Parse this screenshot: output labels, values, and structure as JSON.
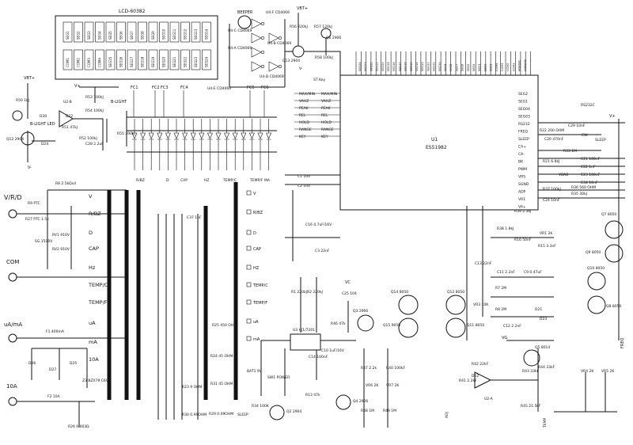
{
  "lcd": {
    "title": "LCD-60382",
    "top_row": [
      "SEG1",
      "SEG2",
      "SEG3",
      "SEG4",
      "SEG5",
      "SEG6",
      "SEG7",
      "SEG8",
      "SEG9",
      "SEG10",
      "SEG11",
      "SEG12",
      "SEG13",
      "SEG14"
    ],
    "bottom_row": [
      "COM1",
      "COM2",
      "COM3",
      "COM4",
      "SEG15",
      "SEG16",
      "SEG17",
      "SEG18",
      "SEG19",
      "SEG20",
      "SEG21",
      "SEG22",
      "SEG23",
      "SEG24"
    ]
  },
  "beeper": {
    "label": "BEEPER",
    "u4f": "U4-F CD4069",
    "u4c": "U4-C CD4069",
    "u4a": "U4-A CD4069",
    "u4b": "U4-B CD4069",
    "u4d": "U4-D CD4069",
    "u4e": "U4-E CD4069"
  },
  "power": {
    "vbat": "VBT+",
    "vplus": "V+",
    "vminus": "V-",
    "r56": "R56 220kJ",
    "r57": "R57 120kJ",
    "r58": "R58 100kJ",
    "q13": "Q13 2904",
    "q6": "Q6 2906"
  },
  "backlight": {
    "r50": "R50 1kJ",
    "d30": "D30",
    "label": "B-LIGHT LED",
    "q12": "Q12 2904",
    "d24": "D24",
    "u2b": "U2-B",
    "d22": "D22",
    "r51": "R51 47kJ",
    "r52": "R52 100kJ",
    "r53": "R53 100kJ",
    "r54": "R54 100kJ",
    "c28": "C28 2.2uF",
    "r55": "R55 390kJ",
    "blight": "B-LIGHT"
  },
  "fc": [
    "FC1",
    "FC2",
    "FC3",
    "FC4",
    "FC5",
    "FC6"
  ],
  "u1": {
    "name": "U1",
    "part": "ES51982",
    "keys": [
      "MAX/MIN",
      "VAHZ",
      "PEAK",
      "REL",
      "HOLD",
      "RANGE",
      "KEY"
    ],
    "st": "ST Key"
  },
  "u1_right": [
    "SEG24",
    "SEG23",
    "SEG22",
    "SEG21",
    "SEG20",
    "SEG19",
    "SEG18",
    "SEG17",
    "SEG16",
    "SEG15",
    "SEG14",
    "SEG13",
    "SEG12",
    "SEG11",
    "SEG10",
    "SEG9",
    "SEG8",
    "SEG7",
    "SEG6",
    "SEG5",
    "SEG4",
    "SEG3",
    "SEG2",
    "SEG1",
    "COM4",
    "COM3",
    "COM2",
    "COM1",
    "ANNSEC",
    "ANNUNC"
  ],
  "right_pins": [
    "SEG2",
    "SEG1",
    "SEG04",
    "SEG03",
    "RS232",
    "FREQ",
    "SLEEP",
    "CA+",
    "CA-",
    "BK",
    "PWM",
    "VRS",
    "SGND",
    "ADP",
    "VR1",
    "VA+"
  ],
  "right_parts": {
    "rs232c": "RS232C",
    "c29": "C29 10nF",
    "r22": "R22 200 OHM",
    "c20": "C20 470nF",
    "cw": "CW",
    "r28": "R28 3.3uF",
    "sleep": "SLEEP",
    "r33": "R33 1M",
    "r21": "R21 6.8kJ",
    "c21": "C21 100nF",
    "c22": "C22 1nF",
    "c23": "C23 100nF",
    "vba8": "VBA8",
    "c34": "C34 10nF",
    "r36": "R36 560 OHM",
    "r35": "R35 30kJ",
    "r37": "R37 100kJ",
    "c24": "C24 10nF"
  },
  "transistors": {
    "q7": "Q7 8050",
    "q8": "Q8 8050",
    "q9": "Q9 8050",
    "q10": "Q10 8050",
    "q14": "Q14 8050",
    "q15": "Q15 9050",
    "q11": "Q11 8050",
    "q12b": "Q12 8050",
    "q5": "Q5 8014",
    "q3": "Q3 2906",
    "q2": "Q2 2904",
    "q4": "Q4 2906"
  },
  "misc": {
    "r39": "R39 2.3kJ",
    "r38": "R38 1.8kJ",
    "vr1": "VR1 2K",
    "r16": "R16 50nF",
    "r15": "R15 3.3nF",
    "c9": "C9 0.47uF",
    "c11": "C11 2.2nF",
    "vr3": "VR3 10K",
    "r7": "R7 2M",
    "r8": "R8 2M",
    "c12": "C12 2.2nF",
    "d21": "D21",
    "d23": "D23",
    "c13": "C13 22nF",
    "vg": "VG",
    "r42": "R42 22kF",
    "r43": "R43 33kF",
    "r44": "R44 33kF",
    "r41": "R41 2.2kF",
    "d62": "D62",
    "u2a": "U2-A",
    "r45": "R45 21.5kF",
    "vr4": "VR4 2K",
    "vr5": "VR5 2K",
    "temp": "TEMP",
    "adj": "ADJ",
    "freq": "FREQ"
  },
  "inputs": {
    "vrd": "V/R/D",
    "com": "COM",
    "uama": "uA/mA",
    "tenA": "10A",
    "r8in": "R8 2.5kΩx4",
    "rptc": "R9 PTC",
    "r27": "R27 PTC 1.5k",
    "rv1": "RV1 910V",
    "rv2": "RV2 910V",
    "sg": "SG 1500V",
    "f1": "F1 400mA",
    "f2": "F2 10A",
    "d26": "D26",
    "d27": "D27",
    "d25": "D25",
    "z3": "Z3 BZX79 C6V1",
    "r26": "R26 0.003Ω"
  },
  "switch_labels": [
    "V",
    "R/BZ",
    "D",
    "CAP",
    "Hz",
    "TEMP/C",
    "TEMP/F",
    "uA",
    "mA",
    "10A"
  ],
  "switch_right": [
    "V",
    "R/BZ",
    "D",
    "CAP",
    "HZ",
    "TEMP/C",
    "TEMP/F",
    "uA",
    "mA"
  ],
  "fc_bottom": [
    "R/BZ",
    "D",
    "CAP",
    "HZ",
    "TEMP/C",
    "TEMP/F",
    "MA"
  ],
  "resistors": {
    "r25": "R25 450 OHM",
    "r24": "R24 45 OHM",
    "r31": "R31 45 OHM",
    "r23": "R23 9 OHM",
    "r30": "R30 0.99OHM",
    "r29": "R29 0.09OHM",
    "c37": "C37 1nF"
  },
  "bottom": {
    "bat1": "BAT1 9V",
    "sw1": "SW1 POWER",
    "u3": "U3 HJ1/7201",
    "c10": "C10 1uF/16V",
    "c15": "C15 10uF",
    "c14": "C14 100nF",
    "r1": "R1 220kJ",
    "r2": "R2 220kJ",
    "c25": "C25 104",
    "vc": "VC",
    "r46": "R46 47k",
    "r47": "R47 2.2k",
    "r48": "R48 1M",
    "r49": "R49 1M",
    "r40": "R40 100kF",
    "vr6": "VR6 2K",
    "vr7": "VR7 2K",
    "r34": "R34 100K",
    "sleep": "SLEEP",
    "r13": "R13 47k",
    "c16": "C16 4.7uF/16V",
    "c3": "C3 22nF",
    "c1": "C1 104",
    "c2": "C2 104"
  }
}
